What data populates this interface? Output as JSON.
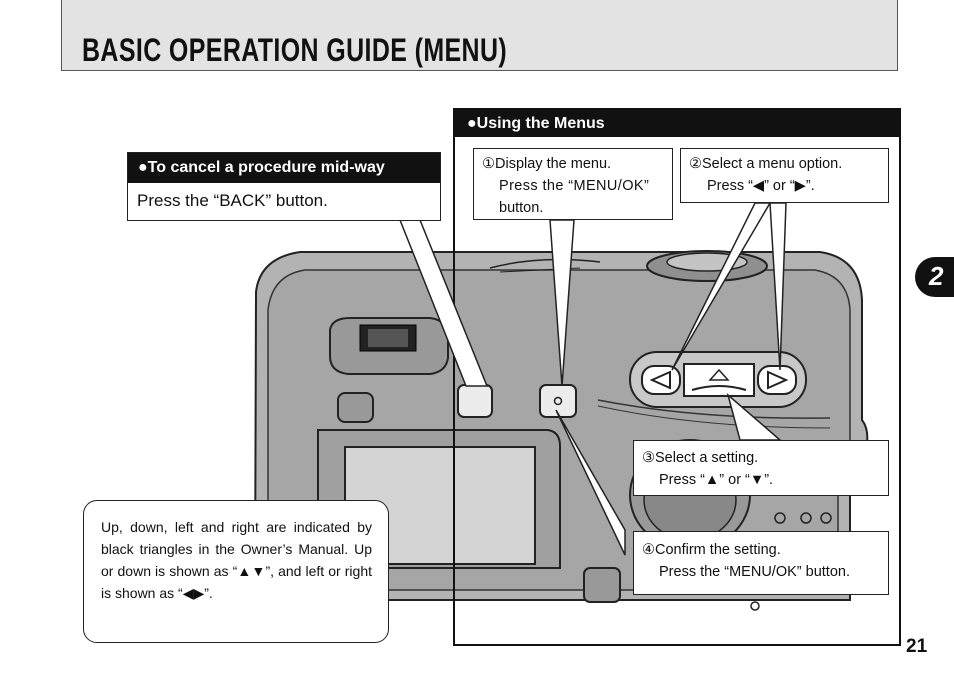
{
  "title": "BASIC OPERATION GUIDE (MENU)",
  "section": {
    "header": "●Using the Menus"
  },
  "cancel": {
    "header": "●To cancel a procedure mid-way",
    "body": "Press the “BACK” button."
  },
  "steps": [
    {
      "marker": "①",
      "line1": "Display the menu.",
      "line2": "Press the “MENU/OK”",
      "line3": "button."
    },
    {
      "marker": "②",
      "line1": "Select a menu option.",
      "line2": "Press “◀” or “▶”."
    },
    {
      "marker": "③",
      "line1": "Select a setting.",
      "line2": "Press “▲” or “▼”."
    },
    {
      "marker": "④",
      "line1": "Confirm the setting.",
      "line2": "Press the “MENU/OK” button."
    }
  ],
  "note": "Up, down, left and right are indicated by black triangles in the Owner’s Manual. Up or down is shown as “▲▼”, and left or right is shown as “◀▶”.",
  "page_number": "21",
  "chapter_tab": "2",
  "colors": {
    "title_bg": "#e3e3e3",
    "header_bg": "#111111",
    "camera_body": "#b5b5b5"
  }
}
